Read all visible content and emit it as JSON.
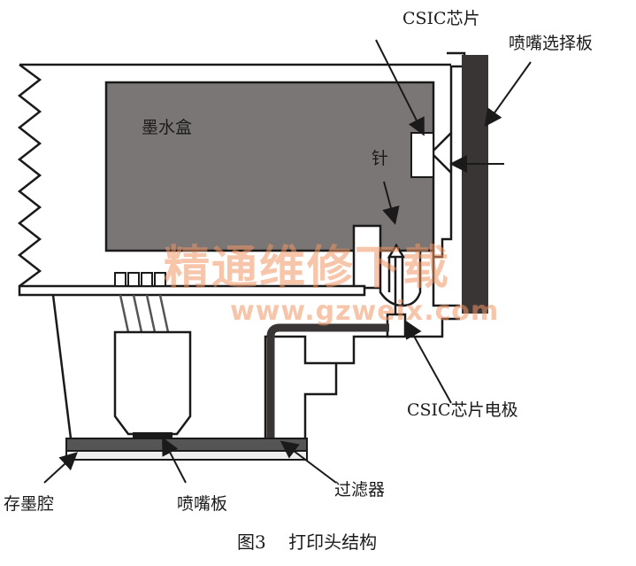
{
  "labels": {
    "csic_chip": "CSIC芯片",
    "nozzle_select_board": "喷嘴选择板",
    "ink_cartridge": "墨水盒",
    "needle": "针",
    "csic_chip_electrode": "CSIC芯片电极",
    "ink_chamber": "存墨腔",
    "nozzle_plate": "喷嘴板",
    "filter": "过滤器"
  },
  "caption": {
    "figure": "图3",
    "title": "打印头结构"
  },
  "watermark": {
    "line1": "精通维修下载",
    "line2": "www.gzweix.com"
  },
  "colors": {
    "ink_box": "#7a7676",
    "board": "#3a3535",
    "line": "#1a1a1a"
  }
}
